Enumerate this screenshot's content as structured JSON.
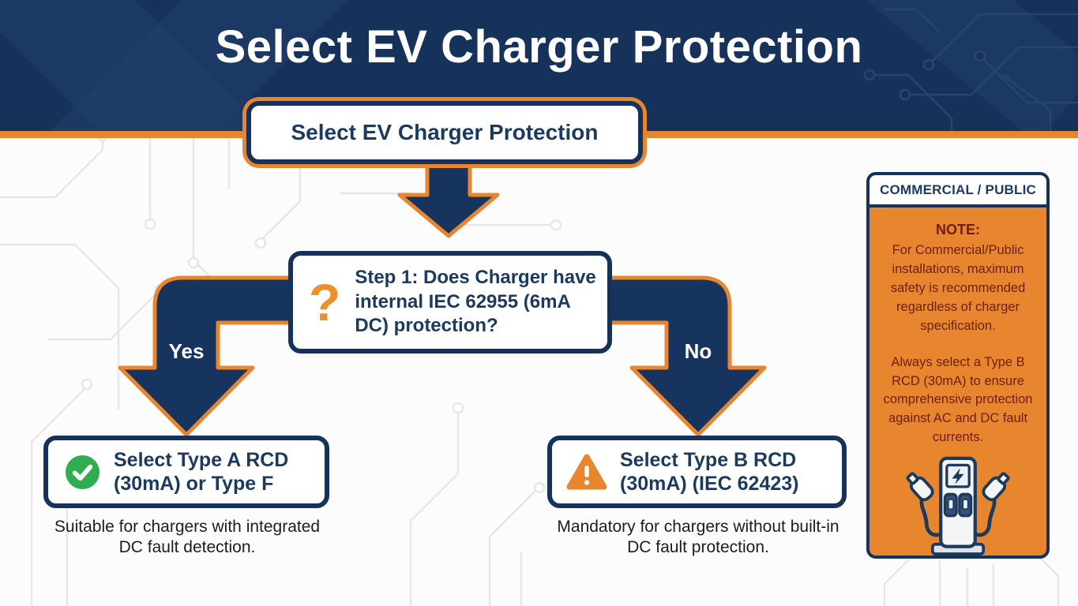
{
  "header": {
    "title": "Select EV Charger Protection"
  },
  "flowchart": {
    "start_label": "Select EV Charger Protection",
    "question": "Step 1: Does Charger have internal IEC 62955 (6mA DC) protection?",
    "question_mark": "?",
    "yes_label": "Yes",
    "no_label": "No",
    "yes_result": {
      "title": "Select Type A RCD (30mA) or Type F",
      "caption": "Suitable for chargers with integrated DC fault detection."
    },
    "no_result": {
      "title": "Select Type B RCD (30mA) (IEC 62423)",
      "caption": "Mandatory for chargers without built-in DC fault protection."
    }
  },
  "side_panel": {
    "header": "COMMERCIAL / PUBLIC",
    "note_title": "NOTE:",
    "note_paragraph_1": "For Commercial/Public installations, maximum safety is recommended regardless of charger specification.",
    "note_paragraph_2": "Always select a Type B RCD (30mA) to ensure comprehensive protection against AC and DC fault currents."
  },
  "icons": {
    "question": "question-mark-icon",
    "yes": "check-circle-icon",
    "no": "warning-triangle-icon",
    "panel": "ev-charging-station-icon"
  },
  "colors": {
    "navy": "#16325b",
    "navy_text": "#1b3a5e",
    "orange": "#e8862f",
    "green": "#2fad51",
    "maroon": "#6e1d17",
    "white": "#ffffff",
    "circuit_light": "#e7e7e7",
    "circuit_header": "#27456f"
  }
}
